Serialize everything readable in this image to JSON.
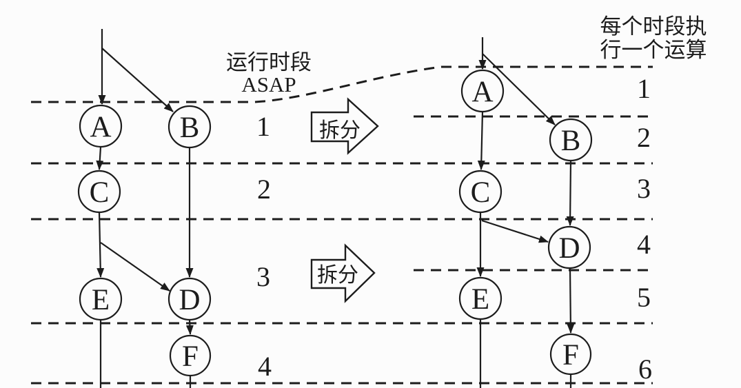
{
  "figure": {
    "left_caption": {
      "line1": "运行时段",
      "line2": "ASAP"
    },
    "right_caption": {
      "line1": "每个时段执",
      "line2": "行一个运算"
    },
    "transform_label_top": "拆分",
    "transform_label_bottom": "拆分"
  },
  "left_graph": {
    "slot_labels": [
      "1",
      "2",
      "3",
      "4"
    ],
    "nodes": [
      {
        "id": "A",
        "label": "A",
        "slot": 1
      },
      {
        "id": "B",
        "label": "B",
        "slot": 1
      },
      {
        "id": "C",
        "label": "C",
        "slot": 2
      },
      {
        "id": "E",
        "label": "E",
        "slot": 3
      },
      {
        "id": "D",
        "label": "D",
        "slot": 3
      },
      {
        "id": "F",
        "label": "F",
        "slot": 4
      }
    ],
    "edges": [
      [
        "A",
        "C"
      ],
      [
        "B",
        "D"
      ],
      [
        "C",
        "E"
      ],
      [
        "C",
        "D"
      ],
      [
        "D",
        "F"
      ]
    ]
  },
  "right_graph": {
    "slot_labels": [
      "1",
      "2",
      "3",
      "4",
      "5",
      "6"
    ],
    "nodes": [
      {
        "id": "A",
        "label": "A",
        "slot": 1
      },
      {
        "id": "B",
        "label": "B",
        "slot": 2
      },
      {
        "id": "C",
        "label": "C",
        "slot": 3
      },
      {
        "id": "D",
        "label": "D",
        "slot": 4
      },
      {
        "id": "E",
        "label": "E",
        "slot": 5
      },
      {
        "id": "F",
        "label": "F",
        "slot": 6
      }
    ],
    "edges": [
      [
        "A",
        "C"
      ],
      [
        "B",
        "D"
      ],
      [
        "C",
        "E"
      ],
      [
        "C",
        "D"
      ],
      [
        "D",
        "F"
      ]
    ]
  },
  "colors": {
    "ink": "#1c1c1c",
    "paper": "#fcfcfc"
  }
}
